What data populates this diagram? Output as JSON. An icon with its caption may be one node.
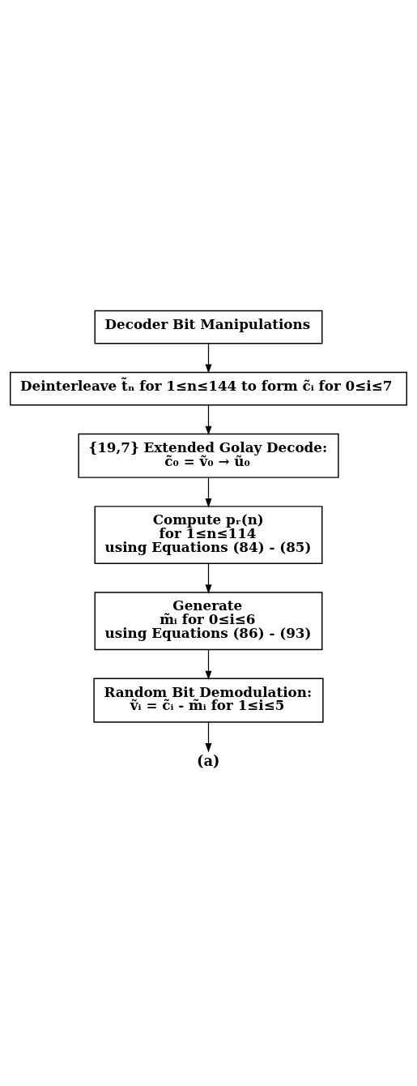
{
  "diagram": {
    "caption": "(a)",
    "nodes": [
      {
        "text": [
          "Decoder Bit Manipulations"
        ]
      },
      {
        "text": [
          "Deinterleave t̃ₙ for 1≤n≤144 to form c̃ᵢ for 0≤i≤7"
        ]
      },
      {
        "text": [
          "{19,7} Extended Golay Decode:",
          "c̃₀ = ṽ₀ → ũ₀"
        ]
      },
      {
        "text": [
          "Compute pᵣ(n)",
          "for 1≤n≤114",
          "using Equations (84) - (85)"
        ]
      },
      {
        "text": [
          "Generate",
          "m̃ᵢ for 0≤i≤6",
          "using Equations (86) - (93)"
        ]
      },
      {
        "text": [
          "Random Bit Demodulation:",
          "ṽᵢ = c̃ᵢ - m̃ᵢ for 1≤i≤5"
        ]
      }
    ],
    "edges": [
      {
        "from": 0,
        "to": 1,
        "arrow": "to"
      },
      {
        "from": 1,
        "to": 2,
        "arrow": "to"
      },
      {
        "from": 2,
        "to": 3,
        "arrow": "to"
      },
      {
        "from": 3,
        "to": 4,
        "arrow": "to"
      },
      {
        "from": 4,
        "to": 5,
        "arrow": "to"
      },
      {
        "from": 5,
        "to": null,
        "arrow": "to"
      }
    ]
  }
}
